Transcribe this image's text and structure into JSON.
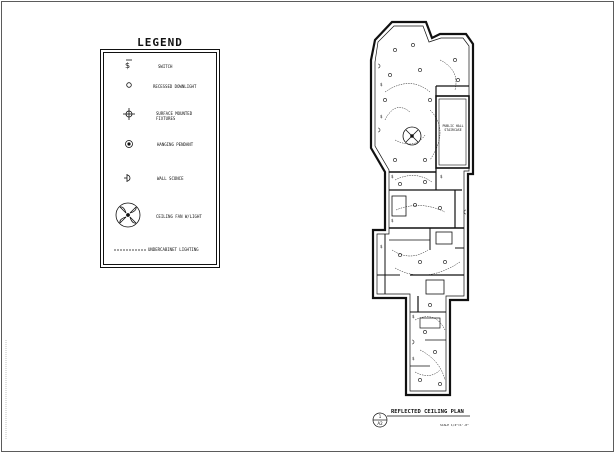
{
  "legend": {
    "title": "LEGEND",
    "items": [
      {
        "icon": "switch-icon",
        "label": "SWITCH"
      },
      {
        "icon": "recessed-downlight-icon",
        "label": "RECESSED DOWNLIGHT"
      },
      {
        "icon": "surface-mounted-fixture-icon",
        "label": "SURFACE MOUNTED\nFIXTURES"
      },
      {
        "icon": "hanging-pendant-icon",
        "label": "HANGING PENDANT"
      },
      {
        "icon": "wall-sconce-icon",
        "label": "WALL SCONCE"
      },
      {
        "icon": "ceiling-fan-light-icon",
        "label": "CEILING FAN W/LIGHT"
      },
      {
        "icon": "undercabinet-lighting-icon",
        "label": "UNDERCABINET LIGHTING"
      }
    ]
  },
  "plan": {
    "room_label": "PUBLIC HALL\nSTAIRCASE"
  },
  "title_block": {
    "number": "1",
    "sheet": "A2",
    "title": "REFLECTED CEILING PLAN",
    "scale": "SCALE 1/4\"=1'-0\""
  }
}
